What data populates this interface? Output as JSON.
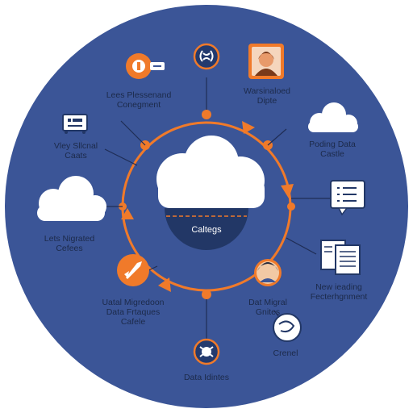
{
  "colors": {
    "background_disc": "#3b5597",
    "orange": "#f07a2a",
    "cloud": "#ffffff",
    "navy": "#233a6e",
    "text": "#1c2a4a"
  },
  "center": {
    "label": "Caltegs"
  },
  "nodes": [
    {
      "id": "top-left",
      "icon": "key-toggle-icon",
      "lines": [
        "Lees Plessenand",
        "Conegment"
      ]
    },
    {
      "id": "top",
      "icon": "chain-link-icon",
      "lines": []
    },
    {
      "id": "top-right",
      "icon": "user-avatar-icon",
      "lines": [
        "Warsinaloed",
        "Dipte"
      ]
    },
    {
      "id": "right-upper",
      "icon": "cloud-icon",
      "lines": [
        "Poding Data",
        "Castle"
      ]
    },
    {
      "id": "right",
      "icon": "chat-message-icon",
      "lines": []
    },
    {
      "id": "right-lower",
      "icon": "document-stack-icon",
      "lines": [
        "New ieading",
        "Fecterhgnment"
      ]
    },
    {
      "id": "bottom-right",
      "icon": "user-avatar-icon",
      "lines": [
        "Dat Migral",
        "Gnites"
      ]
    },
    {
      "id": "bottom-far-right",
      "icon": "network-node-icon",
      "lines": [
        "Crenel"
      ]
    },
    {
      "id": "bottom",
      "icon": "bug-icon",
      "lines": [
        "Data Idintes"
      ]
    },
    {
      "id": "bottom-left",
      "icon": "rocket-icon",
      "lines": [
        "Uatal Migredoon",
        "Data Frtaques",
        "Cafele"
      ]
    },
    {
      "id": "left",
      "icon": "cloud-icon",
      "lines": [
        "Lets Nigrated",
        "Cefees"
      ]
    },
    {
      "id": "left-upper",
      "icon": "server-box-icon",
      "lines": [
        "Vley Sllcnal",
        "Caats"
      ]
    }
  ]
}
